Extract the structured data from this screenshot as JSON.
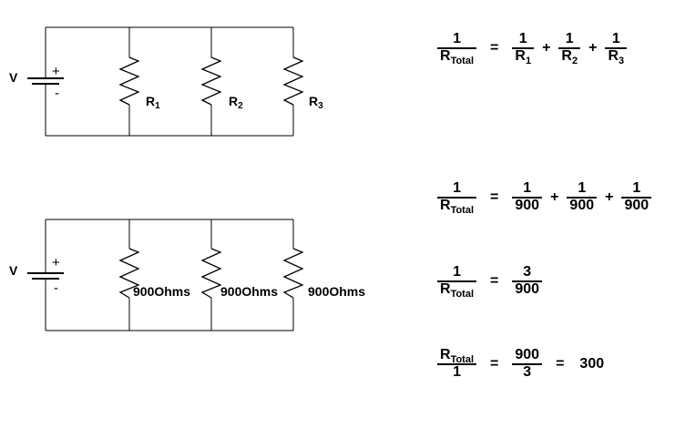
{
  "background": "#ffffff",
  "ink": "#000000",
  "circuits": {
    "top": {
      "description": "parallel-resistor-schematic-general",
      "voltage_label": "V",
      "plus_label": "+",
      "minus_label": "-",
      "resistor_labels": [
        {
          "base": "R",
          "sub": "1"
        },
        {
          "base": "R",
          "sub": "2"
        },
        {
          "base": "R",
          "sub": "3"
        }
      ]
    },
    "bottom": {
      "description": "parallel-resistor-schematic-900-ohms",
      "voltage_label": "V",
      "plus_label": "+",
      "minus_label": "-",
      "resistor_labels": [
        {
          "base": "900Ohms"
        },
        {
          "base": "900Ohms"
        },
        {
          "base": "900Ohms"
        }
      ]
    }
  },
  "formulas": [
    {
      "id": "reciprocal-sum-general",
      "parts": [
        {
          "type": "frac",
          "num": [
            {
              "t": "1"
            }
          ],
          "den": [
            {
              "t": "R"
            },
            {
              "t": "Total",
              "sub": true
            }
          ]
        },
        {
          "type": "op",
          "t": "="
        },
        {
          "type": "frac",
          "num": [
            {
              "t": "1"
            }
          ],
          "den": [
            {
              "t": "R"
            },
            {
              "t": "1",
              "sub": true
            }
          ]
        },
        {
          "type": "op",
          "t": "+"
        },
        {
          "type": "frac",
          "num": [
            {
              "t": "1"
            }
          ],
          "den": [
            {
              "t": "R"
            },
            {
              "t": "2",
              "sub": true
            }
          ]
        },
        {
          "type": "op",
          "t": "+"
        },
        {
          "type": "frac",
          "num": [
            {
              "t": "1"
            }
          ],
          "den": [
            {
              "t": "R"
            },
            {
              "t": "3",
              "sub": true
            }
          ]
        }
      ]
    },
    {
      "id": "reciprocal-sum-900",
      "parts": [
        {
          "type": "frac",
          "num": [
            {
              "t": "1"
            }
          ],
          "den": [
            {
              "t": "R"
            },
            {
              "t": "Total",
              "sub": true
            }
          ]
        },
        {
          "type": "op",
          "t": "="
        },
        {
          "type": "frac",
          "num": [
            {
              "t": "1"
            }
          ],
          "den": [
            {
              "t": "900"
            }
          ]
        },
        {
          "type": "op",
          "t": "+"
        },
        {
          "type": "frac",
          "num": [
            {
              "t": "1"
            }
          ],
          "den": [
            {
              "t": "900"
            }
          ]
        },
        {
          "type": "op",
          "t": "+"
        },
        {
          "type": "frac",
          "num": [
            {
              "t": "1"
            }
          ],
          "den": [
            {
              "t": "900"
            }
          ]
        }
      ]
    },
    {
      "id": "reciprocal-total-3-over-900",
      "parts": [
        {
          "type": "frac",
          "num": [
            {
              "t": "1"
            }
          ],
          "den": [
            {
              "t": "R"
            },
            {
              "t": "Total",
              "sub": true
            }
          ]
        },
        {
          "type": "op",
          "t": "="
        },
        {
          "type": "frac",
          "num": [
            {
              "t": "3"
            }
          ],
          "den": [
            {
              "t": "900"
            }
          ]
        }
      ]
    },
    {
      "id": "total-result-300",
      "parts": [
        {
          "type": "frac",
          "num": [
            {
              "t": "R"
            },
            {
              "t": "Total",
              "sub": true
            }
          ],
          "den": [
            {
              "t": "1"
            }
          ]
        },
        {
          "type": "op",
          "t": "="
        },
        {
          "type": "frac",
          "num": [
            {
              "t": "900"
            }
          ],
          "den": [
            {
              "t": "3"
            }
          ]
        },
        {
          "type": "op",
          "t": "="
        },
        {
          "type": "result",
          "t": "300"
        }
      ]
    }
  ]
}
